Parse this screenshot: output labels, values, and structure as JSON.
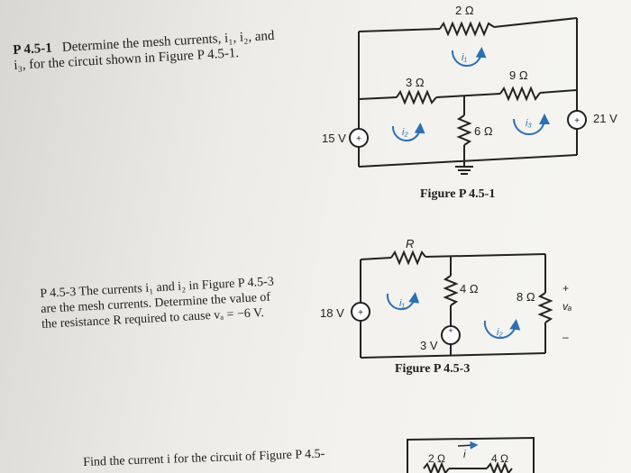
{
  "problems": {
    "p451": {
      "number": "P 4.5-1",
      "line1": "Determine the mesh currents, i₁, i₂, and",
      "line2": "i₃, for the circuit shown in Figure P 4.5-1."
    },
    "p453": {
      "line1": "P 4.5-3 The currents i₁ and i₂ in Figure P 4.5-3",
      "line2": "are the mesh currents. Determine the value of",
      "line3": "the resistance R required to cause vₐ = −6 V."
    },
    "p455": {
      "text": "Find the current i for the circuit of Figure P 4.5-"
    }
  },
  "figure451": {
    "caption": "Figure P 4.5-1",
    "r_top": "2 Ω",
    "r_left": "3 Ω",
    "r_right": "9 Ω",
    "r_mid": "6 Ω",
    "src_left": "15 V",
    "src_right": "21 V",
    "mesh1": "i₁",
    "mesh2": "i₂",
    "mesh3": "i₃"
  },
  "figure453": {
    "caption": "Figure P 4.5-3",
    "r_top": "R",
    "r_mid": "4 Ω",
    "r_right": "8 Ω",
    "src_left": "18 V",
    "src_mid": "3 V",
    "mesh1": "i₁",
    "mesh2": "i₂",
    "va_label": "vₐ",
    "va_plus": "+",
    "va_minus": "–"
  },
  "figure455": {
    "r_left": "2 Ω",
    "r_right": "4 Ω",
    "current": "i"
  }
}
